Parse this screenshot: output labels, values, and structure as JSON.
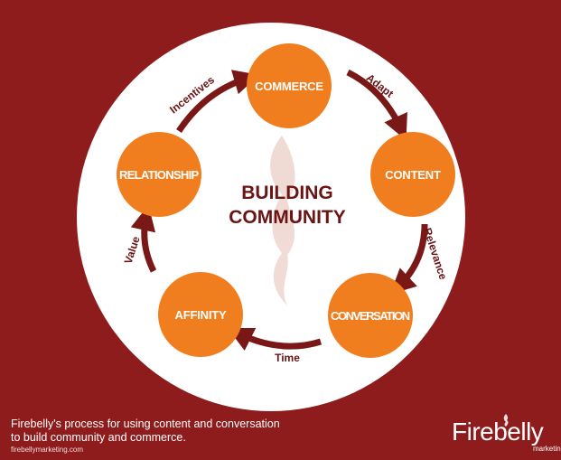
{
  "diagram": {
    "title_lines": [
      "BUILDING",
      "COMMUNITY"
    ],
    "nodes": [
      {
        "id": "commerce",
        "label": "COMMERCE"
      },
      {
        "id": "content",
        "label": "CONTENT"
      },
      {
        "id": "conversation",
        "label": "CONVERSATION"
      },
      {
        "id": "affinity",
        "label": "AFFINITY"
      },
      {
        "id": "relationship",
        "label": "RELATIONSHIP"
      }
    ],
    "edges": [
      {
        "from": "commerce",
        "to": "content",
        "label": "Adapt"
      },
      {
        "from": "content",
        "to": "conversation",
        "label": "Relevance"
      },
      {
        "from": "conversation",
        "to": "affinity",
        "label": "Time"
      },
      {
        "from": "affinity",
        "to": "relationship",
        "label": "Value"
      },
      {
        "from": "relationship",
        "to": "commerce",
        "label": "Incentives"
      }
    ],
    "colors": {
      "background": "#8e1c1c",
      "circle": "#ffffff",
      "node": "#f07e1e",
      "arrow": "#7a1818",
      "text_dark": "#6a1414"
    }
  },
  "footer": {
    "caption_line1": "Firebelly's process for using content and conversation",
    "caption_line2": "to build community and commerce.",
    "url": "firebellymarketing.com"
  },
  "logo": {
    "brand": "Firebelly",
    "tagline": "marketing",
    "icon": "flame-icon"
  }
}
